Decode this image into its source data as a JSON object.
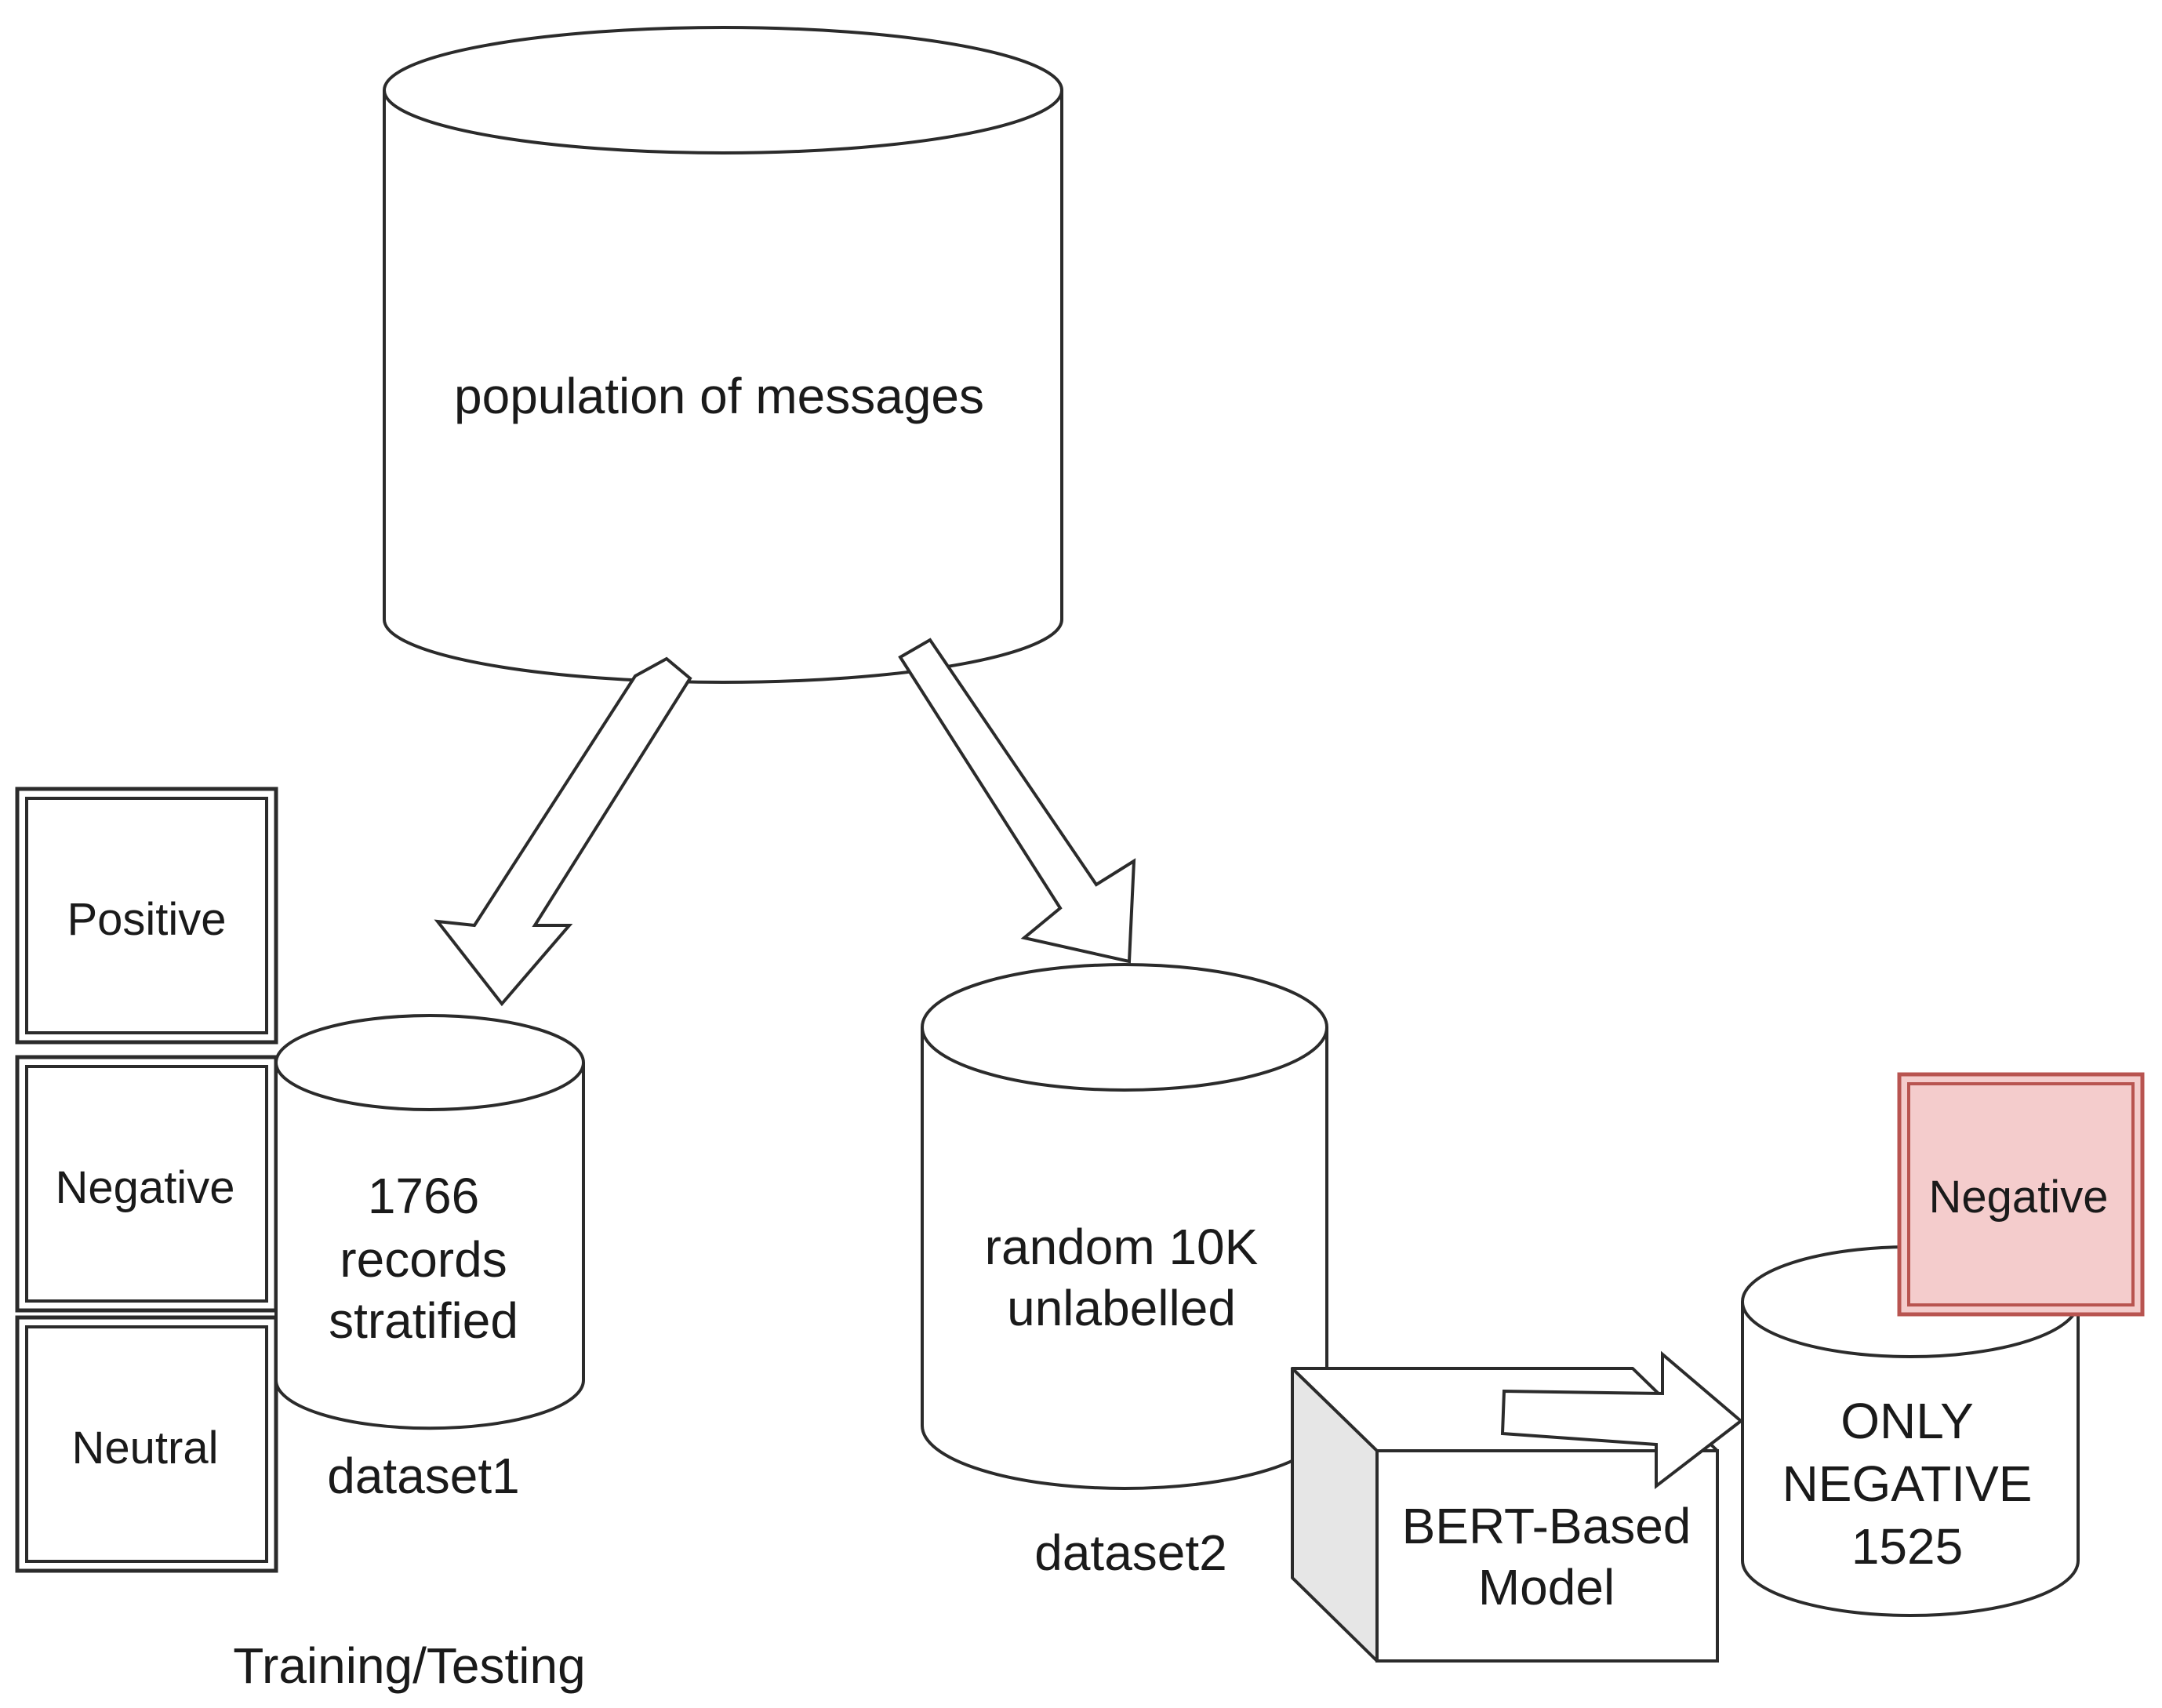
{
  "population": {
    "label": "population of messages"
  },
  "dataset1": {
    "lines": [
      "1766",
      "records",
      "stratified"
    ],
    "name": "dataset1",
    "group_label": "Training/Testing"
  },
  "classes": [
    "Positive",
    "Negative",
    "Neutral"
  ],
  "dataset2": {
    "lines": [
      "random 10K",
      "unlabelled"
    ],
    "name": "dataset2"
  },
  "model": {
    "lines": [
      "BERT-Based",
      "Model"
    ]
  },
  "result": {
    "lines": [
      "ONLY",
      "NEGATIVE",
      "1525"
    ],
    "tag": "Negative"
  },
  "colors": {
    "tag_fill": "#f4cccc",
    "tag_stroke": "#b85450",
    "box_side": "#e6e6e6",
    "line": "#2b2b2b"
  }
}
